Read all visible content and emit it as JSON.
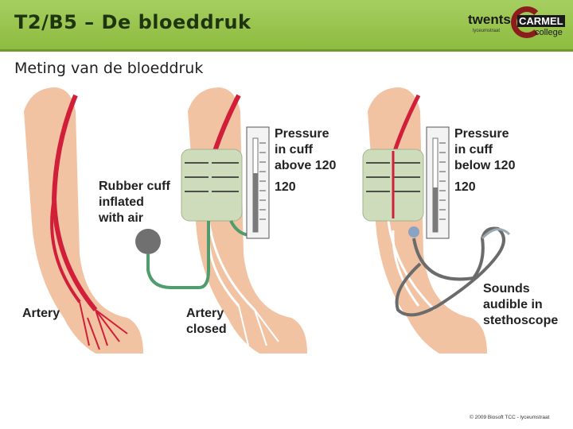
{
  "header": {
    "title": "T2/B5 – De bloeddruk",
    "logo": {
      "line1": "twents",
      "brand": "CARMEL",
      "line2": "college",
      "tagline": "lyceumstraat"
    }
  },
  "subtitle": "Meting van de bloeddruk",
  "figure": {
    "labels": {
      "rubber_cuff": [
        "Rubber cuff",
        "inflated",
        "with air"
      ],
      "artery": "Artery",
      "artery_closed": [
        "Artery",
        "closed"
      ],
      "pressure_above": [
        "Pressure",
        "in cuff",
        "above 120"
      ],
      "gauge_mid": "120",
      "pressure_below": [
        "Pressure",
        "in cuff",
        "below 120"
      ],
      "gauge_right": "120",
      "sounds": [
        "Sounds",
        "audible in",
        "stethoscope"
      ]
    }
  },
  "footer": {
    "copyright": "© 2009 Biosoft TCC - lyceumstraat"
  },
  "colors": {
    "header_green": "#8dbb3f",
    "artery_red": "#d11f3a",
    "skin": "#f1c3a3",
    "cuff_green": "#cfdcbc",
    "tube_green": "#4f9d6c"
  }
}
